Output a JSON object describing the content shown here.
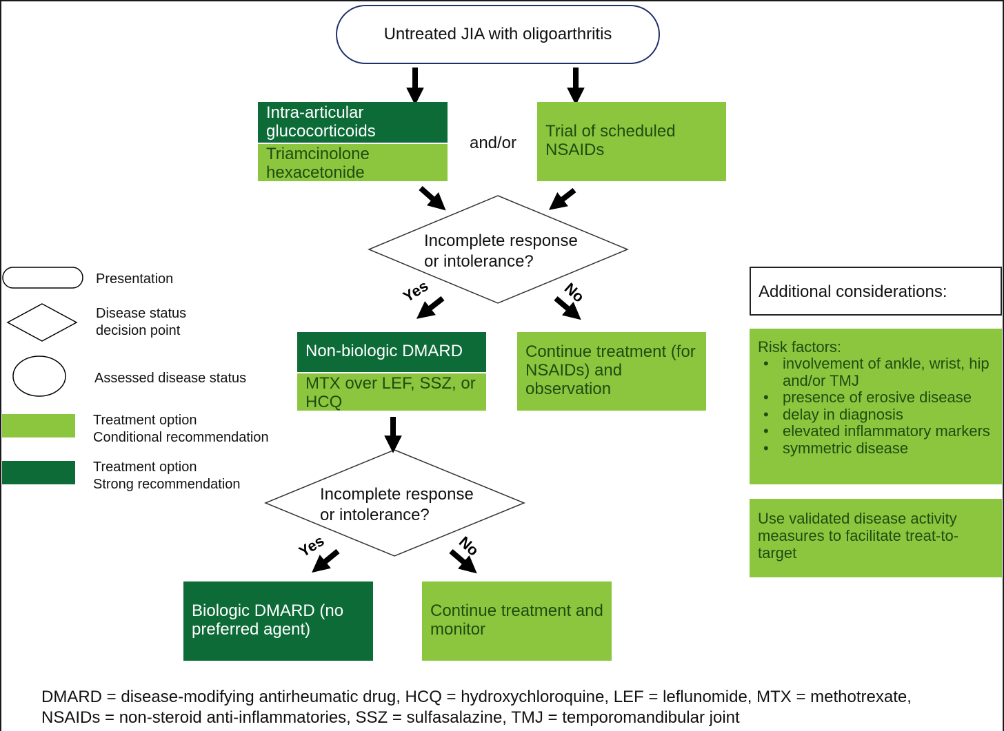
{
  "nodes": {
    "start": "Untreated JIA with oligoarthritis",
    "iac_title": "Intra-articular glucocorticoids",
    "iac_sub": "Triamcinolone hexacetonide",
    "andor": "and/or",
    "nsaids": "Trial of scheduled NSAIDs",
    "decision1": "Incomplete response or intolerance?",
    "dmard_title": "Non-biologic DMARD",
    "dmard_sub": "MTX over LEF, SSZ, or HCQ",
    "continue1": "Continue treatment (for NSAIDs) and observation",
    "decision2": "Incomplete response or intolerance?",
    "biologic": "Biologic DMARD (no preferred agent)",
    "continue2": "Continue treatment and monitor"
  },
  "branches": {
    "yes": "Yes",
    "no": "No"
  },
  "legend": {
    "presentation": "Presentation",
    "decision_l1": "Disease status",
    "decision_l2": "decision point",
    "assessed": "Assessed disease status",
    "conditional_l1": "Treatment option",
    "conditional_l2": "Conditional recommendation",
    "strong_l1": "Treatment option",
    "strong_l2": "Strong recommendation"
  },
  "considerations": {
    "title": "Additional considerations:",
    "risk_title": "Risk factors:",
    "risk_items": [
      "involvement of ankle, wrist, hip and/or TMJ",
      "presence of erosive disease",
      "delay in diagnosis",
      "elevated inflammatory markers",
      "symmetric disease"
    ],
    "measures": "Use validated disease activity measures to facilitate treat-to-target"
  },
  "footnote": {
    "line1": "DMARD = disease-modifying antirheumatic drug, HCQ = hydroxychloroquine, LEF = leflunomide, MTX = methotrexate,",
    "line2": "NSAIDs = non-steroid anti-inflammatories, SSZ = sulfasalazine, TMJ = temporomandibular joint"
  },
  "colors": {
    "conditional": "#8cc63f",
    "strong": "#0d6b38",
    "start_outline": "#1f2f6b"
  }
}
